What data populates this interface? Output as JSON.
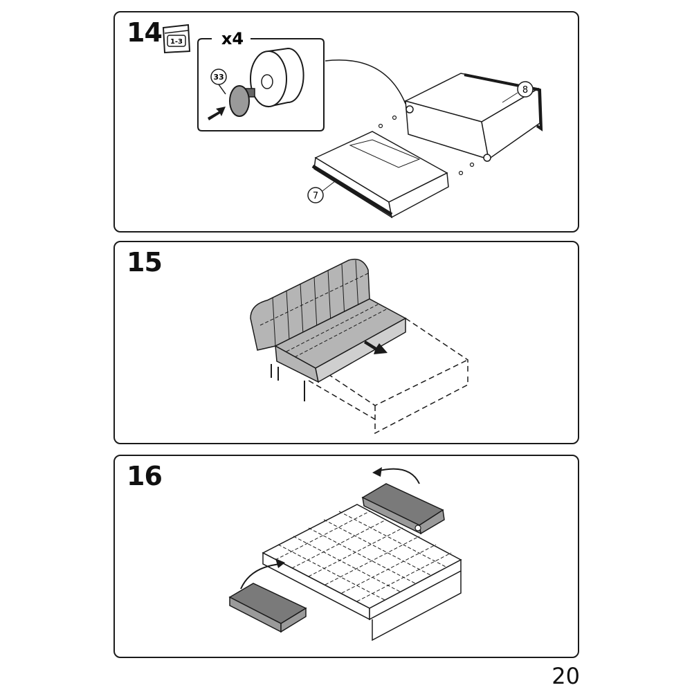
{
  "steps": [
    {
      "number": "14",
      "bag_label": "1-3",
      "quantity": "x4",
      "part_number": "33",
      "part_labels": [
        "8",
        "7"
      ]
    },
    {
      "number": "15"
    },
    {
      "number": "16"
    }
  ],
  "page_number": "20",
  "colors": {
    "line": "#1a1a1a",
    "part_fill": "#9a9a9a",
    "cushion_fill": "#b5b5b5",
    "dark_fill": "#7a7a7a"
  },
  "icons": [
    "bag-icon",
    "arrow-icon",
    "screw-icon",
    "curved-arrow-icon"
  ]
}
